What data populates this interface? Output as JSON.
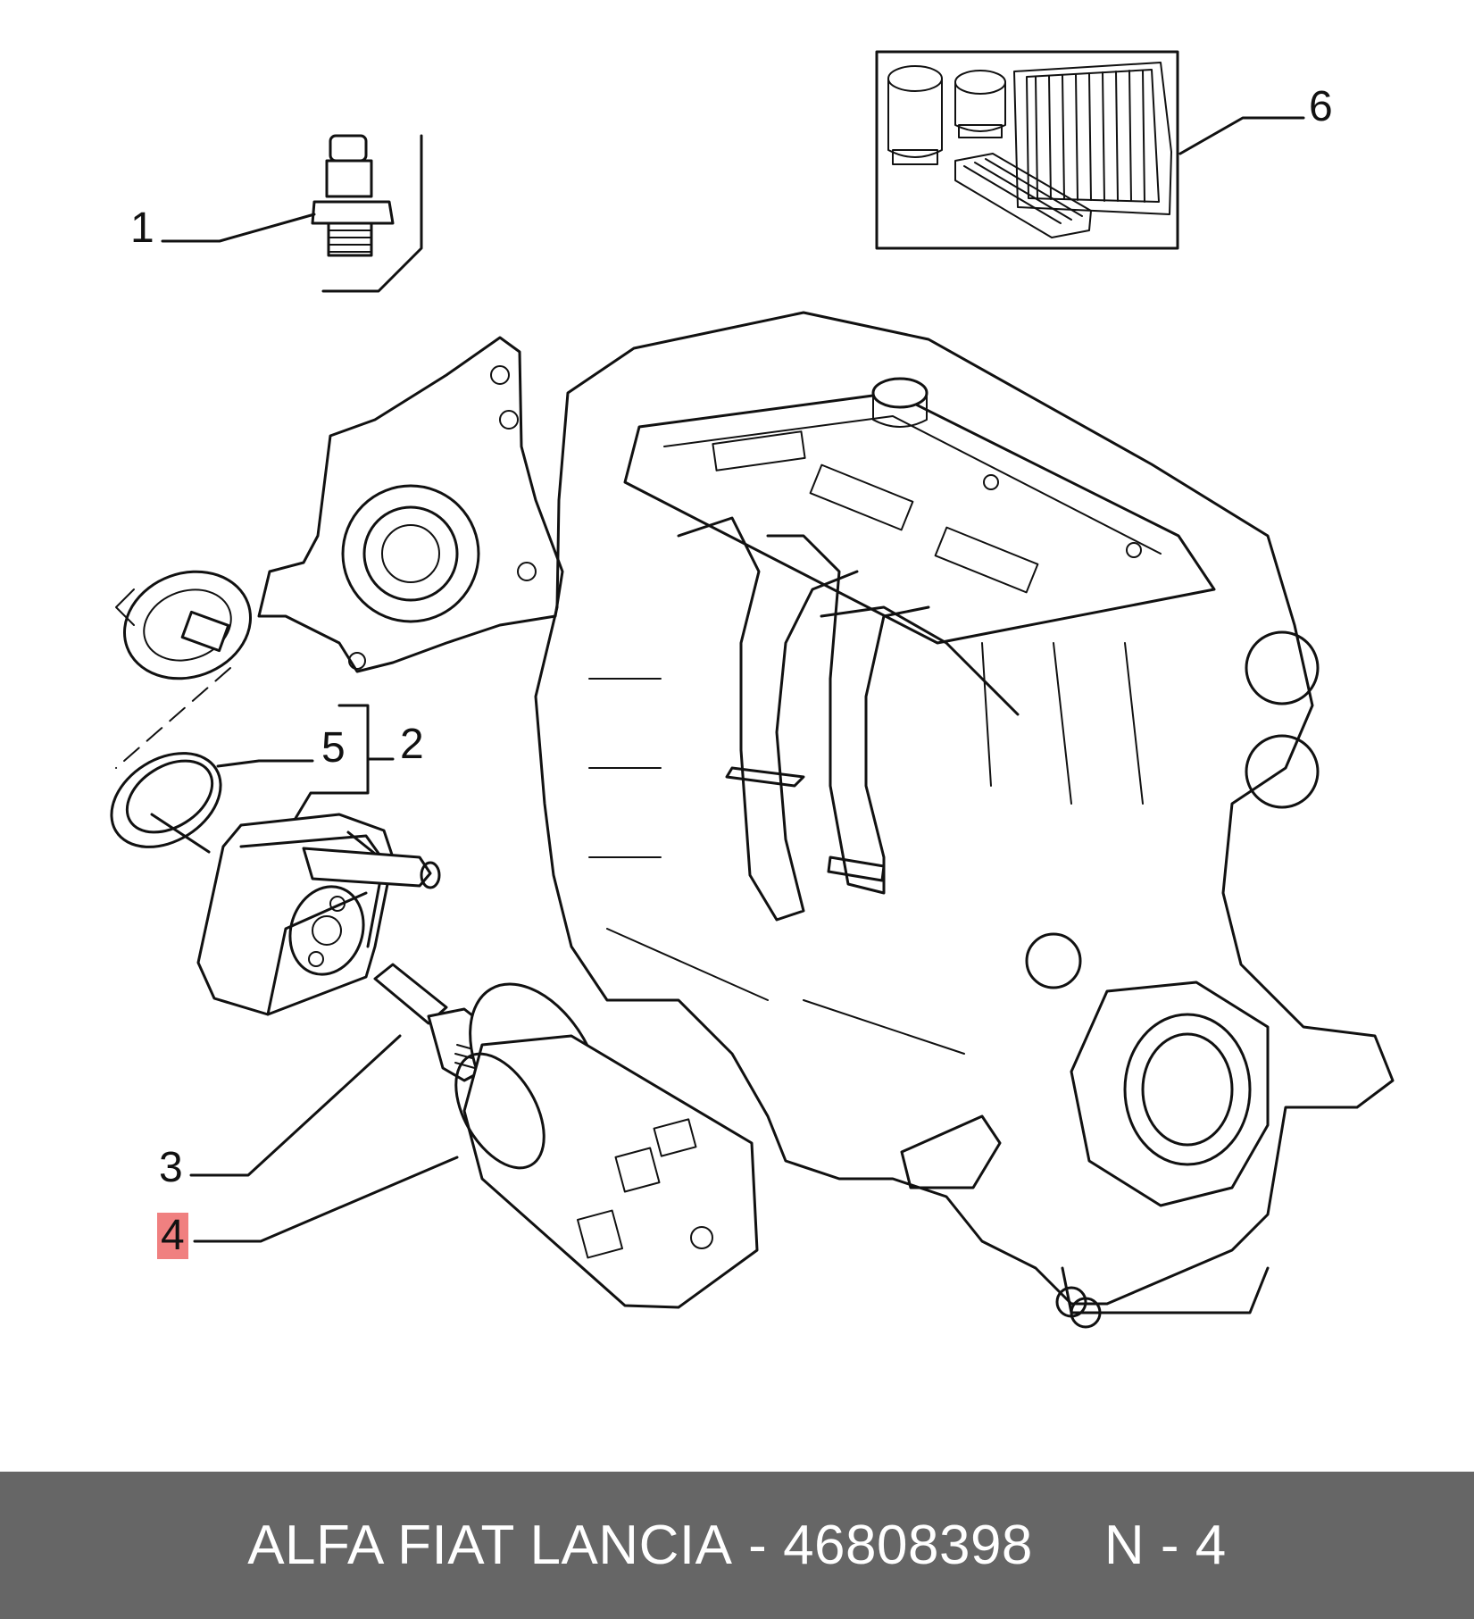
{
  "callouts": {
    "item_1": "1",
    "item_2": "2",
    "item_3": "3",
    "item_4": "4",
    "item_5": "5",
    "item_6": "6"
  },
  "footer": {
    "brand": "ALFA FIAT LANCIA",
    "separator": "-",
    "part_number": "46808398",
    "position_label": "N - 4"
  },
  "colors": {
    "footer_background": "#666666",
    "highlight": "#f08080",
    "line": "#111111"
  }
}
